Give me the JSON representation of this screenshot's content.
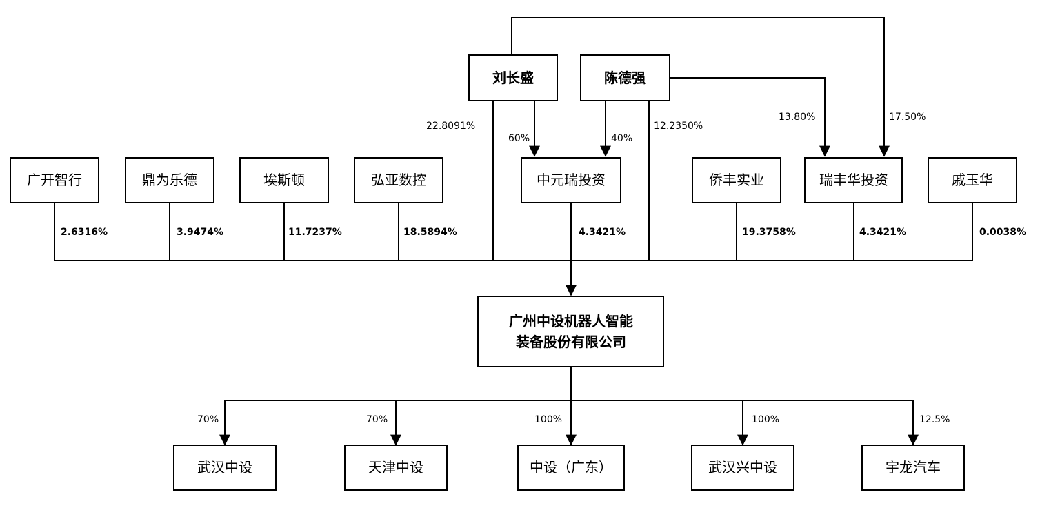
{
  "persons": {
    "liu": "刘长盛",
    "chen": "陈德强"
  },
  "shareholders": {
    "guangkai": "广开智行",
    "dingwei": "鼎为乐德",
    "aisidun": "埃斯顿",
    "hongya": "弘亚数控",
    "zhongyuanrui": "中元瑞投资",
    "qiaofeng": "侨丰实业",
    "ruifenghua": "瑞丰华投资",
    "qiyuhua": "戚玉华"
  },
  "company": {
    "line1": "广州中设机器人智能",
    "line2": "装备股份有限公司"
  },
  "subsidiaries": {
    "wuhan": "武汉中设",
    "tianjin": "天津中设",
    "guangdong": "中设（广东）",
    "wuhanxing": "武汉兴中设",
    "yulong": "宇龙汽车"
  },
  "percentages": {
    "liu_direct": "22.8091%",
    "liu_zhongyuanrui": "60%",
    "chen_zhongyuanrui": "40%",
    "chen_direct": "12.2350%",
    "chen_ruifenghua": "13.80%",
    "liu_ruifenghua": "17.50%",
    "guangkai": "2.6316%",
    "dingwei": "3.9474%",
    "aisidun": "11.7237%",
    "hongya": "18.5894%",
    "zhongyuanrui": "4.3421%",
    "qiaofeng": "19.3758%",
    "ruifenghua": "4.3421%",
    "qiyuhua": "0.0038%",
    "wuhan": "70%",
    "tianjin": "70%",
    "guangdong": "100%",
    "wuhanxing": "100%",
    "yulong": "12.5%"
  }
}
